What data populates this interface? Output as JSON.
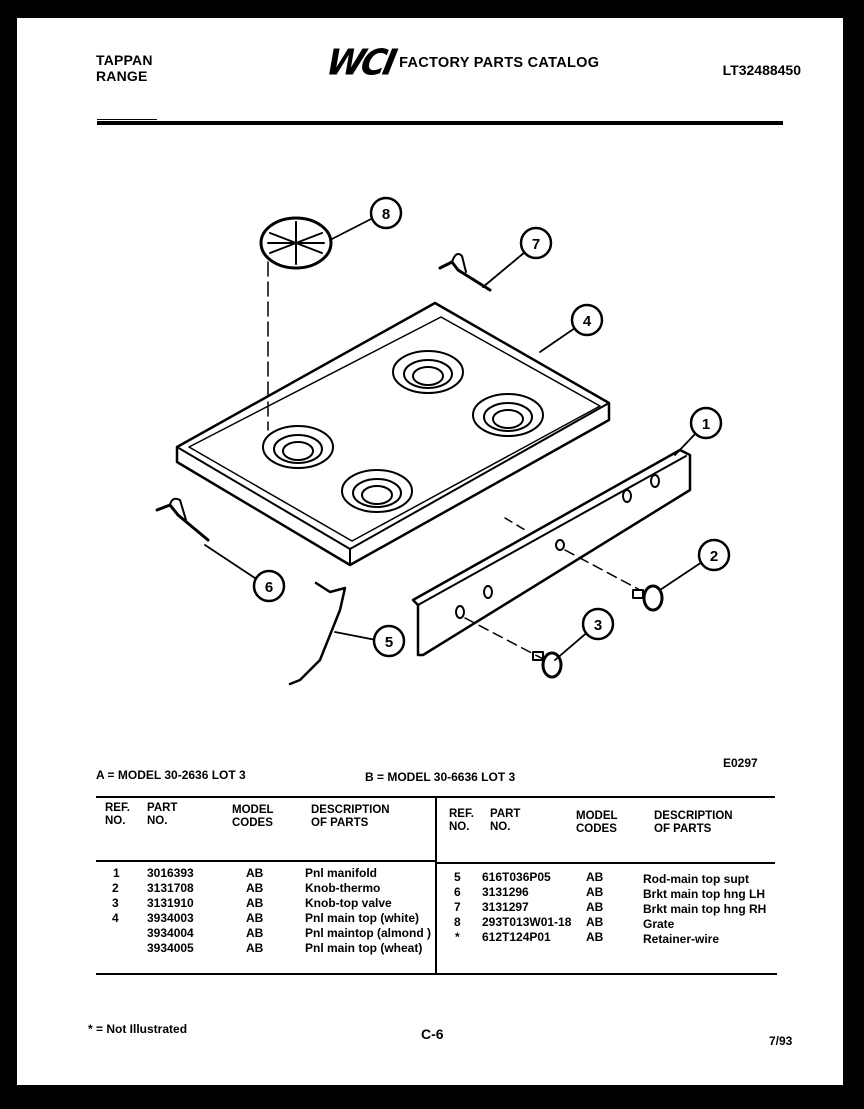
{
  "header": {
    "brand_line1": "TAPPAN",
    "brand_line2": "RANGE",
    "logo": "WCI",
    "catalog_title": "FACTORY PARTS CATALOG",
    "document_id": "LT32488450"
  },
  "diagram": {
    "figure_code": "E0297",
    "callouts": [
      {
        "ref": "1",
        "part": "Pnl manifold"
      },
      {
        "ref": "2",
        "part": "Knob-thermo"
      },
      {
        "ref": "3",
        "part": "Knob-top valve"
      },
      {
        "ref": "4",
        "part": "Pnl main top"
      },
      {
        "ref": "5",
        "part": "Rod-main top supt"
      },
      {
        "ref": "6",
        "part": "Brkt main top hng LH"
      },
      {
        "ref": "7",
        "part": "Brkt main top hng RH"
      },
      {
        "ref": "8",
        "part": "Grate"
      }
    ]
  },
  "models": {
    "a": "A = MODEL 30-2636 LOT 3",
    "b": "B = MODEL 30-6636 LOT 3"
  },
  "table": {
    "headers": {
      "ref_1": "REF.",
      "ref_2": "NO.",
      "part_1": "PART",
      "part_2": "NO.",
      "model_1": "MODEL",
      "model_2": "CODES",
      "desc_1": "DESCRIPTION",
      "desc_2": "OF PARTS"
    },
    "left_rows": [
      {
        "ref": "1",
        "part_no": "3016393",
        "codes": "AB",
        "description": "Pnl manifold"
      },
      {
        "ref": "2",
        "part_no": "3131708",
        "codes": "AB",
        "description": "Knob-thermo"
      },
      {
        "ref": "3",
        "part_no": "3131910",
        "codes": "AB",
        "description": "Knob-top valve"
      },
      {
        "ref": "4",
        "part_no": "3934003",
        "codes": "AB",
        "description": "Pnl main top (white)"
      },
      {
        "ref": "",
        "part_no": "3934004",
        "codes": "AB",
        "description": "Pnl maintop (almond )"
      },
      {
        "ref": "",
        "part_no": "3934005",
        "codes": "AB",
        "description": "Pnl main top (wheat)"
      }
    ],
    "right_rows": [
      {
        "ref": "5",
        "part_no": "616T036P05",
        "codes": "AB",
        "description": "Rod-main top supt"
      },
      {
        "ref": "6",
        "part_no": "3131296",
        "codes": "AB",
        "description": "Brkt main top hng LH"
      },
      {
        "ref": "7",
        "part_no": "3131297",
        "codes": "AB",
        "description": "Brkt  main top hng RH"
      },
      {
        "ref": "8",
        "part_no": "293T013W01-18",
        "codes": "AB",
        "description": "Grate"
      },
      {
        "ref": "*",
        "part_no": "612T124P01",
        "codes": "AB",
        "description": "Retainer-wire"
      }
    ]
  },
  "footer": {
    "note": "* = Not Illustrated",
    "page": "C-6",
    "date": "7/93"
  }
}
